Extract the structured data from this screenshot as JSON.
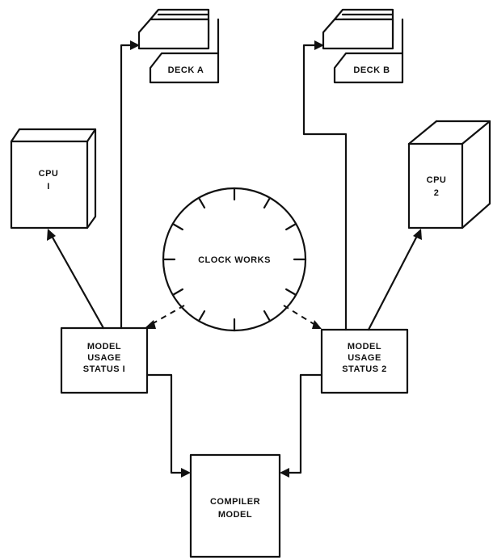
{
  "diagram": {
    "deck_a": {
      "label": "DECK A"
    },
    "deck_b": {
      "label": "DECK B"
    },
    "cpu_1": {
      "line1": "CPU",
      "line2": "I"
    },
    "cpu_2": {
      "line1": "CPU",
      "line2": "2"
    },
    "clock": {
      "label": "CLOCK WORKS"
    },
    "status_1": {
      "line1": "MODEL",
      "line2": "USAGE",
      "line3": "STATUS I"
    },
    "status_2": {
      "line1": "MODEL",
      "line2": "USAGE",
      "line3": "STATUS 2"
    },
    "compiler": {
      "line1": "COMPILER",
      "line2": "MODEL"
    }
  },
  "colors": {
    "ink": "#111111",
    "paper": "#ffffff"
  }
}
